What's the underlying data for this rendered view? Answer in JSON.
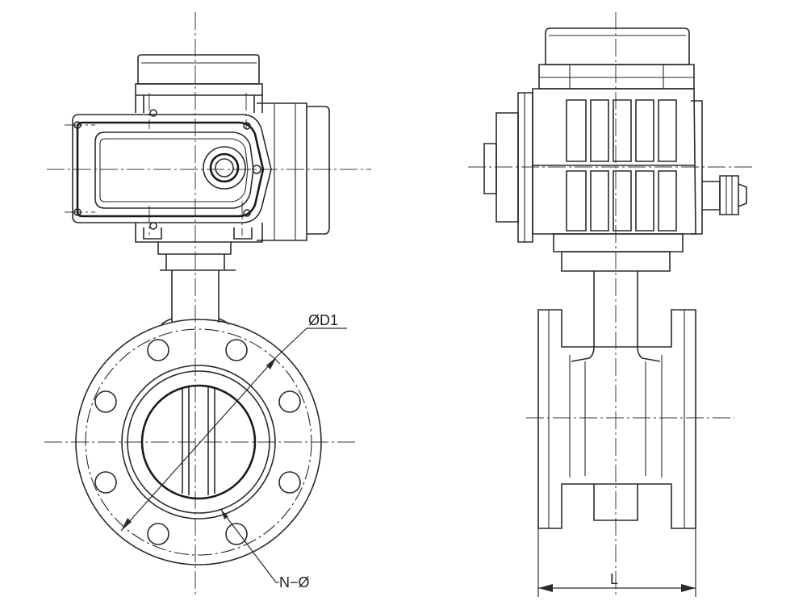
{
  "labels": {
    "flange_circle_diameter": "ØD1",
    "bolt_holes": "N−Ø",
    "face_to_face_length": "L"
  },
  "colors": {
    "line": "#2a2a2a",
    "background": "#ffffff"
  }
}
